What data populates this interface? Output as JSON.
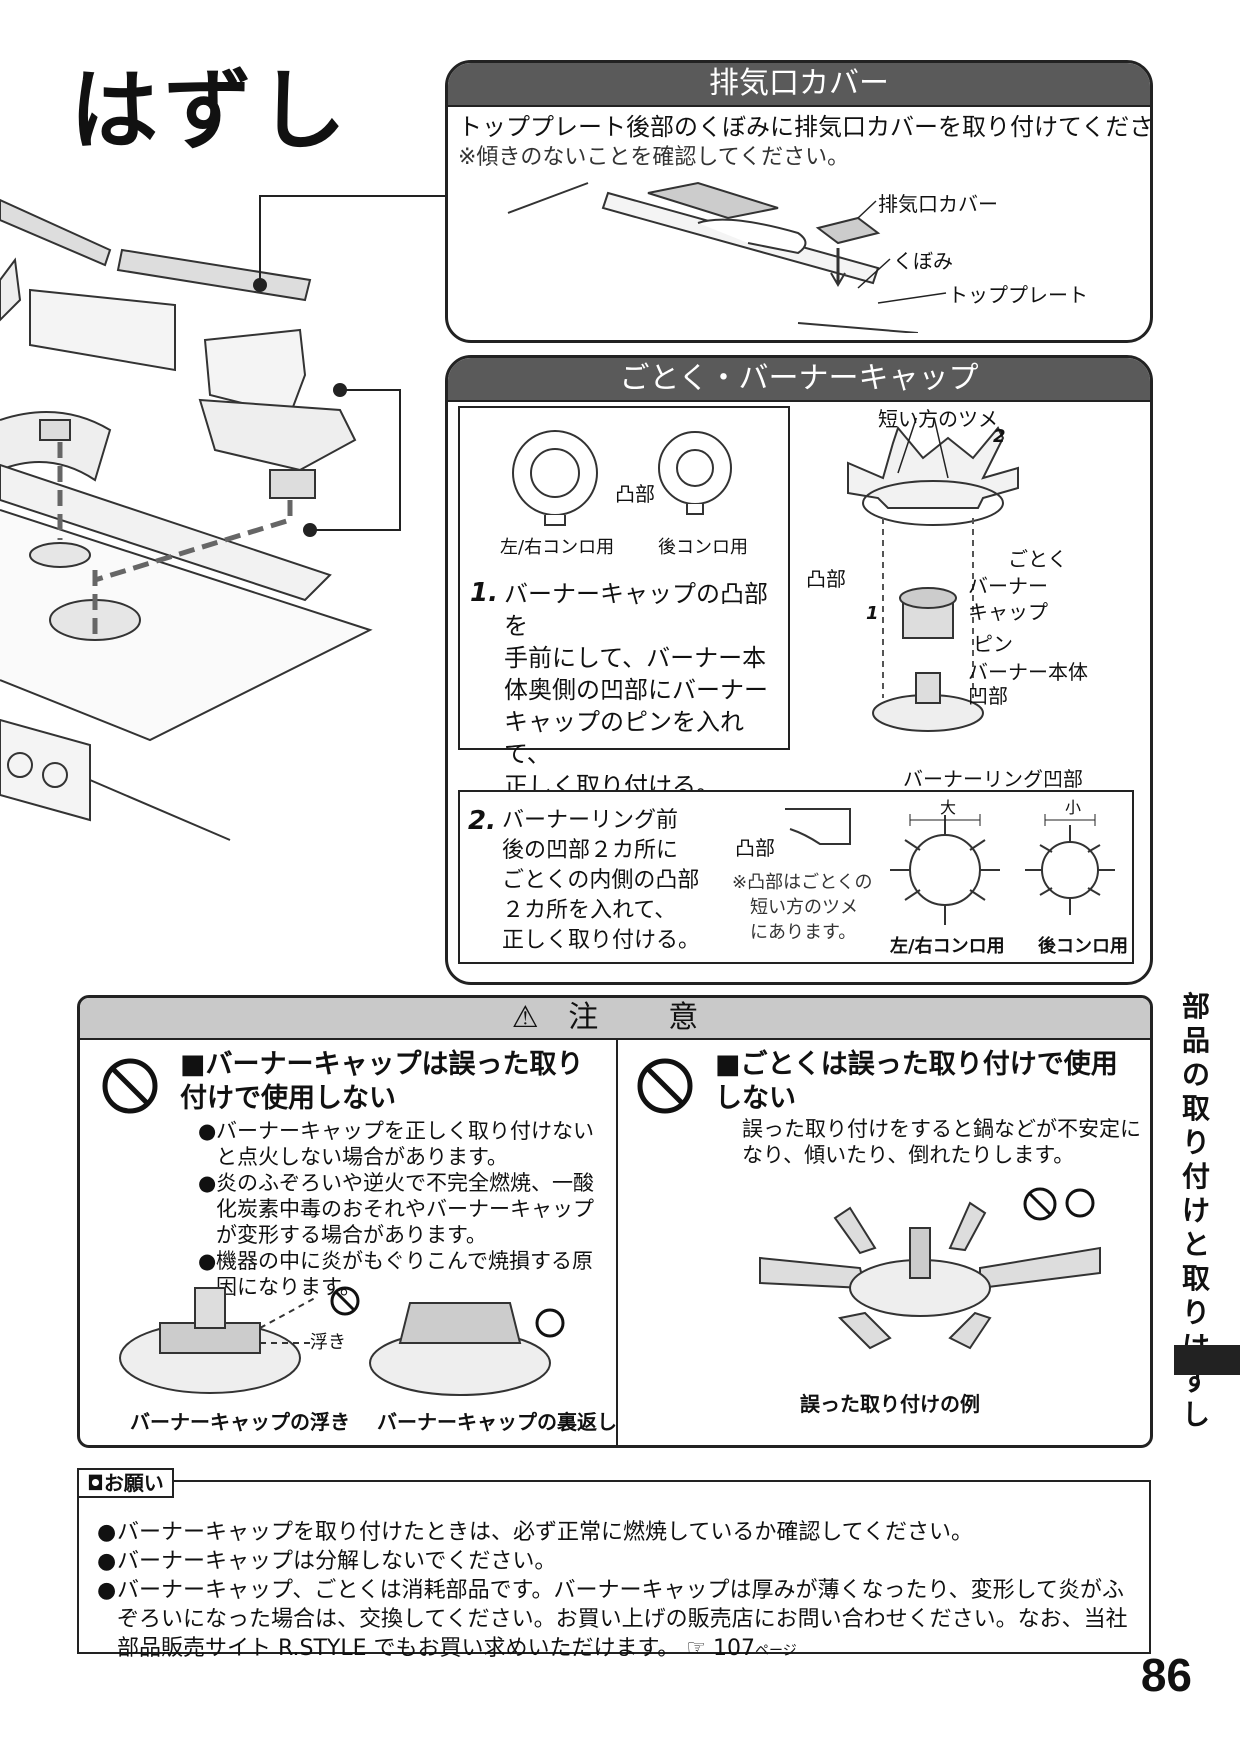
{
  "page_title": "はずし",
  "page_number": "86",
  "side_label": "部品の取り付けと取りはずし",
  "exhaust": {
    "heading": "排気口カバー",
    "text1": "トッププレート後部のくぼみに排気口カバーを取り付けてください。",
    "text2": "※傾きのないことを確認してください。",
    "label_cover": "排気口カバー",
    "label_recess": "くぼみ",
    "label_plate": "トッププレート"
  },
  "gotoku": {
    "heading": "ごとく・バーナーキャップ",
    "label_convex": "凸部",
    "caption_lr": "左/右コンロ用",
    "caption_rear": "後コンロ用",
    "step1_num": "1.",
    "step1_lines": [
      "バーナーキャップの凸部を",
      "手前にして、バーナー本",
      "体奥側の凹部にバーナー",
      "キャップのピンを入れて、",
      "正しく取り付ける。"
    ],
    "label_short_claw": "短い方のツメ",
    "label_2": "2",
    "label_1": "1",
    "label_convex2": "凸部",
    "label_gotoku": "ごとく",
    "label_burner_cap": "バーナー\nキャップ",
    "label_pin": "ピン",
    "label_body": "バーナー本体",
    "label_concave": "凹部",
    "label_ring": "バーナーリング凹部",
    "step2_num": "2.",
    "step2_lines": [
      "バーナーリング前",
      "後の凹部２カ所に",
      "ごとくの内側の凸部",
      "２カ所を入れて、",
      "正しく取り付ける。"
    ],
    "label_convex3": "凸部",
    "note_lines": [
      "※凸部はごとくの",
      "短い方のツメ",
      "にあります。"
    ],
    "label_large": "大",
    "label_small": "小",
    "caption_lr2": "左/右コンロ用",
    "caption_rear2": "後コンロ用"
  },
  "caution": {
    "heading": "注　意",
    "left_title": "■バーナーキャップは誤った取り付けで使用しない",
    "left_bullets": [
      "バーナーキャップを正しく取り付けないと点火しない場合があります。",
      "炎のふぞろいや逆火で不完全燃焼、一酸化炭素中毒のおそれやバーナーキャップが変形する場合があります。",
      "機器の中に炎がもぐりこんで焼損する原因になります。"
    ],
    "label_float": "浮き",
    "caption_float": "バーナーキャップの浮き",
    "caption_flip": "バーナーキャップの裏返し",
    "right_title": "■ごとくは誤った取り付けで使用しない",
    "right_text": "誤った取り付けをすると鍋などが不安定になり、傾いたり、倒れたりします。",
    "caption_wrong": "誤った取り付けの例"
  },
  "request": {
    "heading": "お願い",
    "bullets": [
      "バーナーキャップを取り付けたときは、必ず正常に燃焼しているか確認してください。",
      "バーナーキャップは分解しないでください。",
      "バーナーキャップ、ごとくは消耗部品です。バーナーキャップは厚みが薄くなったり、変形して炎がふぞろいになった場合は、交換してください。お買い上げの販売店にお問い合わせください。なお、当社部品販売サイト R.STYLE でもお買い求めいただけます。"
    ],
    "ref_page": "107",
    "ref_unit": "ページ"
  }
}
